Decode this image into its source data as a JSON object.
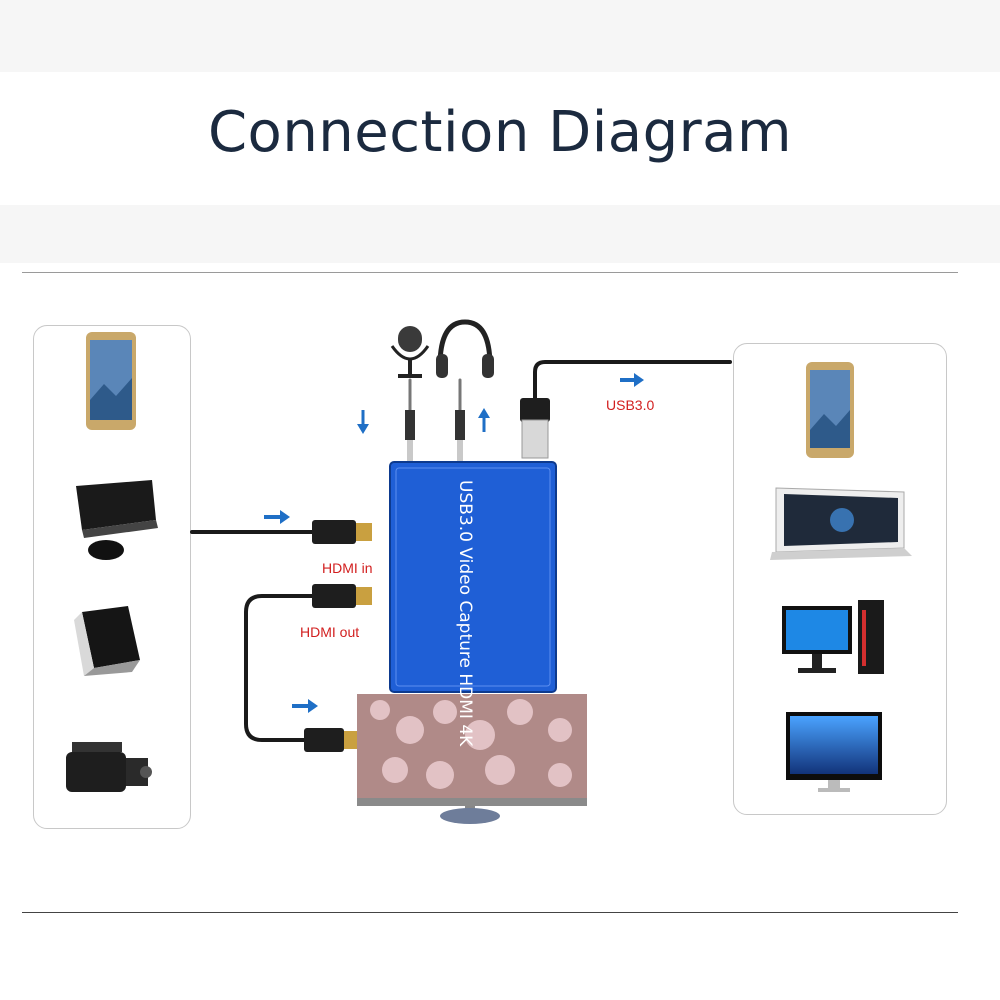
{
  "title": "Connection Diagram",
  "device": {
    "label": "USB3.0 Video Capture HDMI 4K",
    "color": "#1f5fd6"
  },
  "ports": {
    "hdmi_in": "HDMI in",
    "hdmi_out": "HDMI out",
    "usb": "USB3.0"
  },
  "colors": {
    "label_red": "#d21f1f",
    "arrow_blue": "#1f6fc6",
    "title": "#1b2a3f"
  },
  "sources": [
    "phone-icon",
    "game-console-icon",
    "tv-box-icon",
    "camcorder-icon"
  ],
  "outputs": [
    "phone-icon",
    "laptop-icon",
    "desktop-pc-icon",
    "monitor-icon"
  ],
  "audio": [
    "microphone-icon",
    "headphones-icon"
  ]
}
